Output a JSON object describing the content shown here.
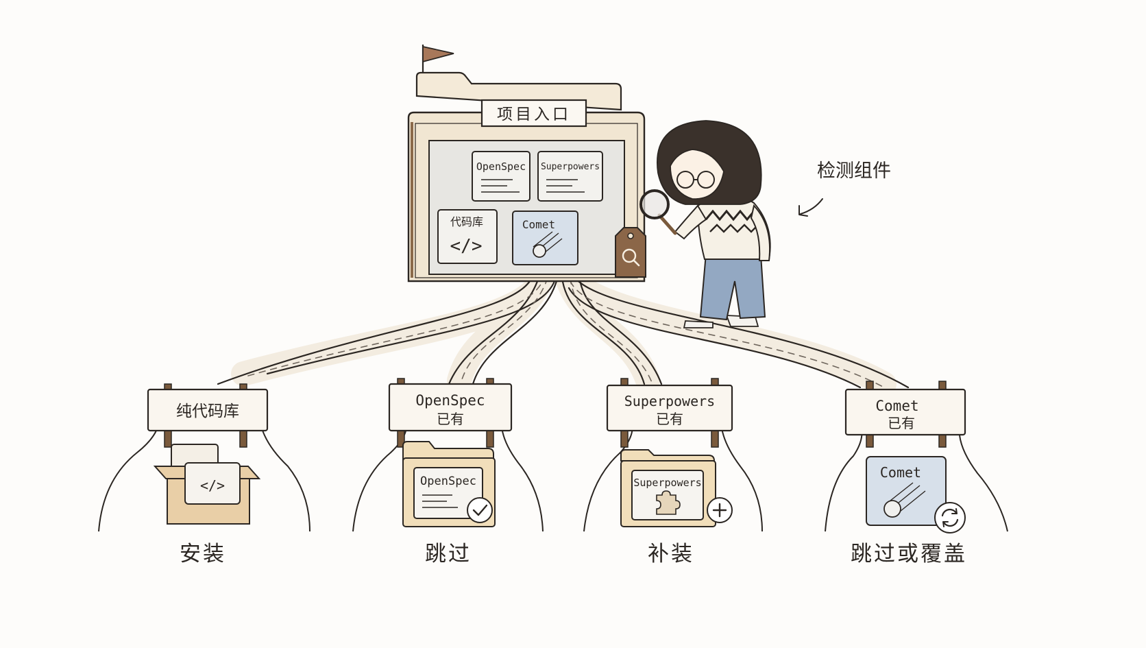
{
  "entry": {
    "folder_label": "项目入口",
    "cards": [
      {
        "label": "OpenSpec"
      },
      {
        "label": "Superpowers"
      },
      {
        "label": "代码库",
        "symbol": "</>"
      },
      {
        "label": "Comet"
      }
    ]
  },
  "annotation": "检测组件",
  "branches": [
    {
      "sign_line1": "纯代码库",
      "sign_line2": "",
      "icon_label": "</>",
      "action": "安装",
      "badge": "none"
    },
    {
      "sign_line1": "OpenSpec",
      "sign_line2": "已有",
      "icon_label": "OpenSpec",
      "action": "跳过",
      "badge": "check-icon"
    },
    {
      "sign_line1": "Superpowers",
      "sign_line2": "已有",
      "icon_label": "Superpowers",
      "action": "补装",
      "badge": "plus-icon"
    },
    {
      "sign_line1": "Comet",
      "sign_line2": "已有",
      "icon_label": "Comet",
      "action": "跳过或覆盖",
      "badge": "refresh-icon"
    }
  ],
  "colors": {
    "ink": "#2b2622",
    "paper": "#f7efe2",
    "folder": "#f1e6d2",
    "wood": "#7a5a3c",
    "road": "#f3ece0",
    "comet_card": "#d7e0ea",
    "box": "#e9cfa7"
  }
}
